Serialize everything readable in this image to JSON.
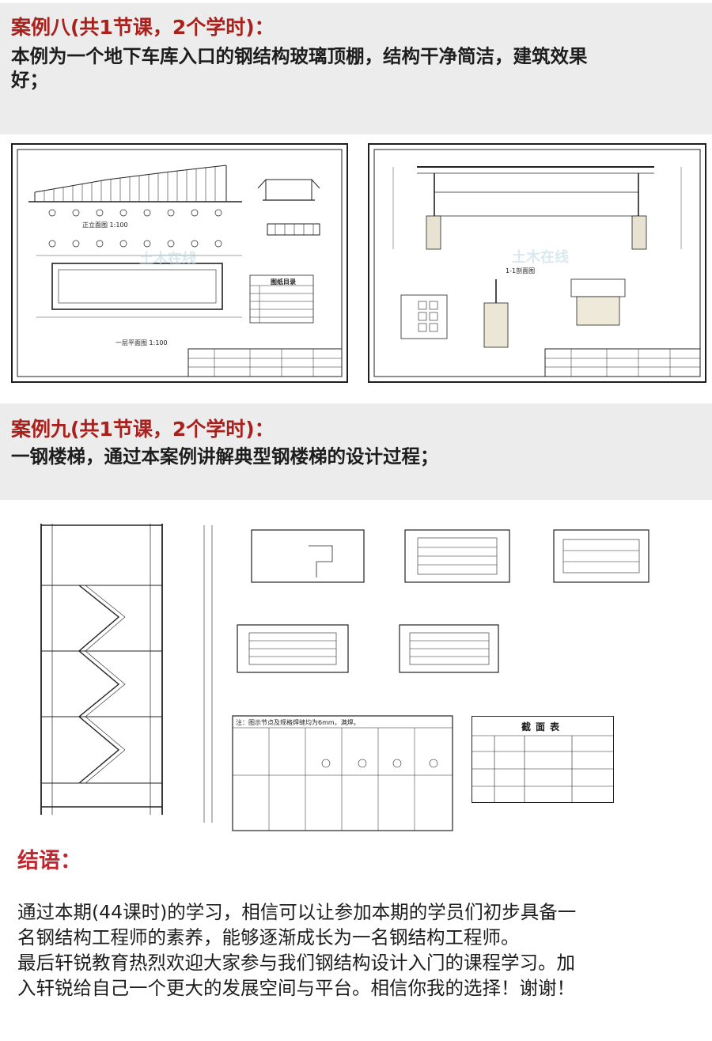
{
  "case8": {
    "title": "案例八(共1节课，2个学时)：",
    "body_line1": "本例为一个地下车库入口的钢结构玻璃顶棚，结构干净简洁，建筑效果",
    "body_line2": "好；"
  },
  "case9": {
    "title": "案例九(共1节课，2个学时)：",
    "body_line1": "一钢楼梯，通过本案例讲解典型钢楼梯的设计过程；"
  },
  "drawings": {
    "left_sheet_table_title": "图纸目录",
    "left_plan_label": "正立面图 1:100",
    "left_plan2_label": "一层平面图 1:100",
    "right_section_label": "1-1剖面图",
    "watermark": "土木在线",
    "stair_table_title": "截面表",
    "stair_note": "注：图示节点及规格焊缝均为6mm，满焊。"
  },
  "closing": {
    "title": "结语：",
    "line1": "通过本期(44课时)的学习，相信可以让参加本期的学员们初步具备一",
    "line2": "名钢结构工程师的素养，能够逐渐成长为一名钢结构工程师。",
    "line3": "最后轩锐教育热烈欢迎大家参与我们钢结构设计入门的课程学习。加",
    "line4": "入轩锐给自己一个更大的发展空间与平台。相信你我的选择！谢谢！"
  },
  "colors": {
    "accent_red": "#a8211d",
    "band_gray": "#ececec"
  }
}
